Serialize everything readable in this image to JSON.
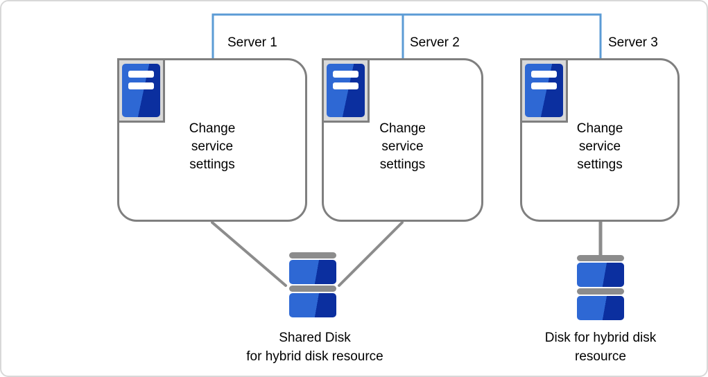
{
  "colors": {
    "connector_blue": "#5B9BD5",
    "box_border_gray": "#7F7F7F",
    "line_gray": "#8C8C8C",
    "icon_frame_gray": "#D9D9D9",
    "icon_blue_light": "#2E68D4",
    "icon_blue_dark": "#0B2F9F",
    "disk_cap_gray": "#8C8C8C",
    "canvas_border_gray": "#D8D8D8",
    "text_black": "#000000"
  },
  "network": {
    "servers": [
      {
        "label": "Server 1",
        "body": "Change\nservice\nsettings"
      },
      {
        "label": "Server 2",
        "body": "Change\nservice\nsettings"
      },
      {
        "label": "Server 3",
        "body": "Change\nservice\nsettings"
      }
    ]
  },
  "disks": {
    "shared": {
      "label": "Shared Disk\nfor hybrid disk resource"
    },
    "hybrid": {
      "label": "Disk for hybrid disk\nresource"
    }
  }
}
